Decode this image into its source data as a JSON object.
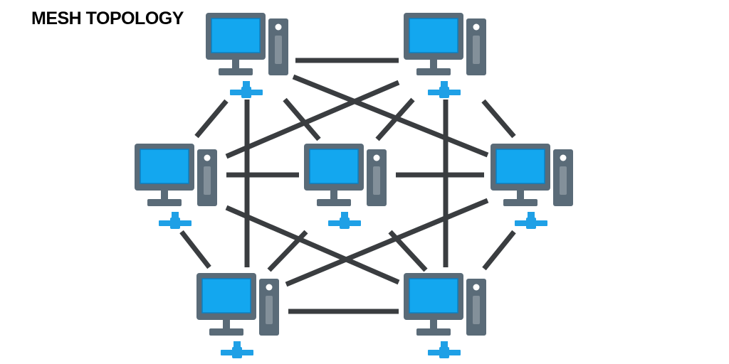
{
  "title": "MESH TOPOLOGY",
  "colors": {
    "link": "#3a3d40",
    "monitor_frame": "#5a6b78",
    "screen": "#13a7ef",
    "screen_border": "#0d7fc0",
    "tower": "#5a6b78",
    "tower_detail": "#ffffff",
    "connector": "#1fa0e6"
  },
  "nodes": [
    {
      "id": "top-left",
      "icon": "desktop-computer-icon"
    },
    {
      "id": "top-right",
      "icon": "desktop-computer-icon"
    },
    {
      "id": "middle-left",
      "icon": "desktop-computer-icon"
    },
    {
      "id": "center",
      "icon": "desktop-computer-icon"
    },
    {
      "id": "middle-right",
      "icon": "desktop-computer-icon"
    },
    {
      "id": "bottom-left",
      "icon": "desktop-computer-icon"
    },
    {
      "id": "bottom-right",
      "icon": "desktop-computer-icon"
    }
  ],
  "links": [
    [
      "top-left",
      "top-right"
    ],
    [
      "top-left",
      "middle-left"
    ],
    [
      "top-left",
      "center"
    ],
    [
      "top-left",
      "middle-right"
    ],
    [
      "top-left",
      "bottom-left"
    ],
    [
      "top-right",
      "middle-left"
    ],
    [
      "top-right",
      "center"
    ],
    [
      "top-right",
      "middle-right"
    ],
    [
      "top-right",
      "bottom-right"
    ],
    [
      "middle-left",
      "center"
    ],
    [
      "middle-left",
      "bottom-left"
    ],
    [
      "middle-left",
      "bottom-right"
    ],
    [
      "center",
      "middle-right"
    ],
    [
      "center",
      "bottom-left"
    ],
    [
      "center",
      "bottom-right"
    ],
    [
      "middle-right",
      "bottom-left"
    ],
    [
      "middle-right",
      "bottom-right"
    ],
    [
      "bottom-left",
      "bottom-right"
    ]
  ]
}
